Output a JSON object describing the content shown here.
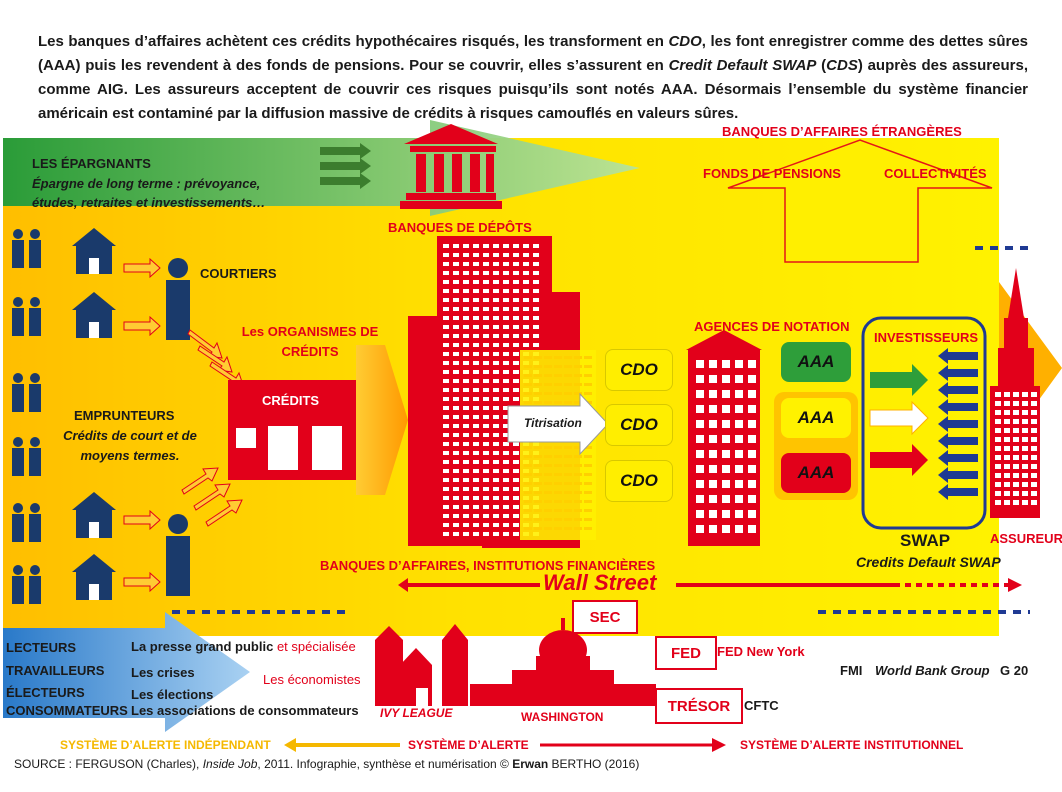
{
  "intro": {
    "p1": "Les banques d’affaires achètent ces crédits hypothécaires risqués, les transforment en ",
    "cdo": "CDO",
    "p2": ", les font enregistrer comme des dettes sûres (AAA) puis les revendent à des fonds de pensions. Pour se couvrir, elles s’assurent en ",
    "cds_full": "Credit Default SWAP",
    "p3": " (",
    "cds": "CDS",
    "p4": ") auprès des assureurs, comme AIG. Les assureurs acceptent de couvrir ces risques puisqu’ils sont notés AAA. Désormais l’ensemble du système financier américain est contaminé par la diffusion massive de crédits à risques camouflés en valeurs sûres."
  },
  "labels": {
    "banques_etrangeres": "BANQUES D’AFFAIRES ÉTRANGÈRES",
    "fonds_pensions": "FONDS DE PENSIONS",
    "collectivites": "COLLECTIVITÉS",
    "epargnants_title": "LES ÉPARGNANTS",
    "epargnants_desc": "Épargne de long terme : prévoyance, études, retraites et investissements…",
    "banques_depots": "BANQUES DE DÉPÔTS",
    "courtiers": "COURTIERS",
    "organismes": "Les ORGANISMES DE CRÉDITS",
    "credits": "CRÉDITS",
    "emprunteurs_title": "EMPRUNTEURS",
    "emprunteurs_desc": "Crédits de court et de moyens termes.",
    "titrisation": "Titrisation",
    "agences": "AGENCES DE NOTATION",
    "investisseurs": "INVESTISSEURS",
    "swap": "SWAP",
    "swap_full": "Credits Default SWAP",
    "assureurs": "ASSUREURS",
    "banques_affaires": "BANQUES D’AFFAIRES, INSTITUTIONS FINANCIÈRES",
    "wall_street": "Wall Street",
    "sec": "SEC",
    "fed": "FED",
    "fed_ny": "FED New York",
    "tresor": "TRÉSOR",
    "cftc": "CFTC",
    "fmi": "FMI",
    "world_bank": "World Bank Group",
    "g20": "G 20",
    "ivy": "IVY LEAGUE",
    "washington": "WASHINGTON",
    "economistes": "Les économistes"
  },
  "cdo_items": [
    "CDO",
    "CDO",
    "CDO"
  ],
  "aaa_items": [
    "AAA",
    "AAA",
    "AAA"
  ],
  "public": {
    "groups": [
      "LECTEURS",
      "TRAVAILLEURS",
      "ÉLECTEURS",
      "CONSOMMATEURS"
    ],
    "presse_a": "La presse grand public",
    "presse_b": " et spécialisée",
    "crises": "Les crises",
    "elections": "Les élections",
    "associations": "Les associations de consommateurs"
  },
  "alerts": {
    "independant": "SYSTÈME D’ALERTE INDÉPENDANT",
    "alerte": "SYSTÈME D’ALERTE",
    "institutionnel": "SYSTÈME D’ALERTE INSTITUTIONNEL"
  },
  "source": {
    "a": "SOURCE : FERGUSON (Charles), ",
    "b": "Inside Job",
    "c": ", 2011. Infographie, synthèse et numérisation © ",
    "d": "Erwan",
    "e": " BERTHO (2016)"
  },
  "colors": {
    "red": "#e2001a",
    "yellow": "#ffe600",
    "orange": "#ffb000",
    "green": "#2e9e3a",
    "blue": "#3a8fd6",
    "navy": "#1f3a93"
  }
}
